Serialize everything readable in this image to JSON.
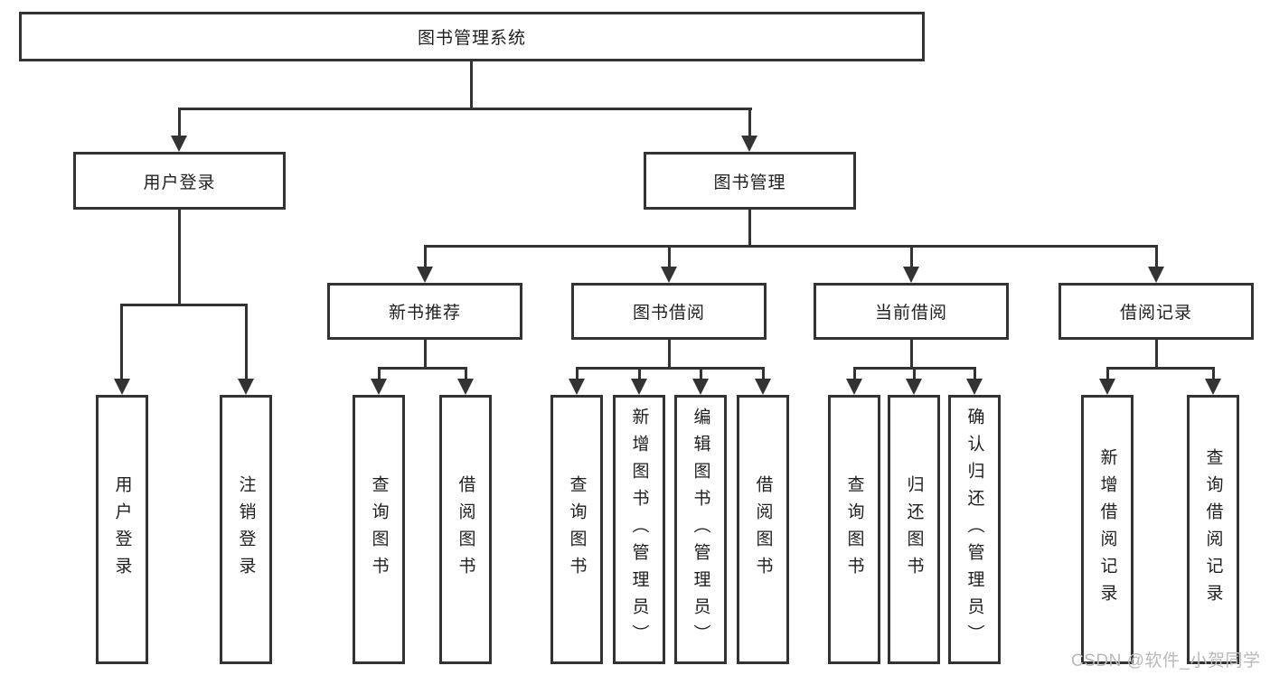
{
  "diagram": {
    "title": "图书管理系统",
    "level2": [
      "用户登录",
      "图书管理"
    ],
    "level3": [
      "新书推荐",
      "图书借阅",
      "当前借阅",
      "借阅记录"
    ],
    "leaves": {
      "login": [
        "用户登录",
        "注销登录"
      ],
      "recommend": [
        "查询图书",
        "借阅图书"
      ],
      "borrow": [
        "查询图书",
        "新增图书（管理员）",
        "编辑图书（管理员）",
        "借阅图书"
      ],
      "current": [
        "查询图书",
        "归还图书",
        "确认归还（管理员）"
      ],
      "records": [
        "新增借阅记录",
        "查询借阅记录"
      ]
    }
  },
  "watermark": "CSDN @软件_小贺同学",
  "colors": {
    "line": "#333333",
    "text": "#1f1f1f",
    "watermark": "#b9b9b9",
    "background": "#ffffff"
  }
}
